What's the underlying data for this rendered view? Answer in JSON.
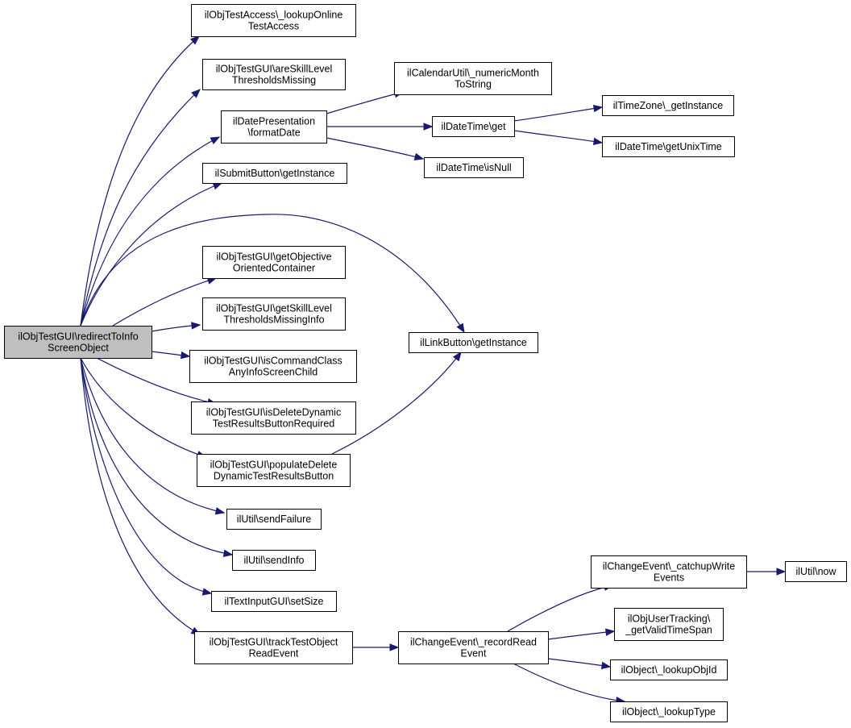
{
  "nodes": [
    {
      "id": "root",
      "lines": [
        "ilObjTestGUI\\redirectToInfo",
        "ScreenObject"
      ],
      "root": true
    },
    {
      "id": "n1",
      "lines": [
        "ilObjTestAccess\\_lookupOnline",
        "TestAccess"
      ]
    },
    {
      "id": "n2",
      "lines": [
        "ilObjTestGUI\\areSkillLevel",
        "ThresholdsMissing"
      ]
    },
    {
      "id": "n3",
      "lines": [
        "ilDatePresentation",
        "\\formatDate"
      ]
    },
    {
      "id": "n4",
      "lines": [
        "ilSubmitButton\\getInstance"
      ]
    },
    {
      "id": "n5",
      "lines": [
        "ilObjTestGUI\\getObjective",
        "OrientedContainer"
      ]
    },
    {
      "id": "n6",
      "lines": [
        "ilObjTestGUI\\getSkillLevel",
        "ThresholdsMissingInfo"
      ]
    },
    {
      "id": "n7",
      "lines": [
        "ilObjTestGUI\\isCommandClass",
        "AnyInfoScreenChild"
      ]
    },
    {
      "id": "n8",
      "lines": [
        "ilObjTestGUI\\isDeleteDynamic",
        "TestResultsButtonRequired"
      ]
    },
    {
      "id": "n9",
      "lines": [
        "ilObjTestGUI\\populateDelete",
        "DynamicTestResultsButton"
      ]
    },
    {
      "id": "n10",
      "lines": [
        "ilUtil\\sendFailure"
      ]
    },
    {
      "id": "n11",
      "lines": [
        "ilUtil\\sendInfo"
      ]
    },
    {
      "id": "n12",
      "lines": [
        "ilTextInputGUI\\setSize"
      ]
    },
    {
      "id": "n13",
      "lines": [
        "ilObjTestGUI\\trackTestObject",
        "ReadEvent"
      ]
    },
    {
      "id": "n14",
      "lines": [
        "ilCalendarUtil\\_numericMonth",
        "ToString"
      ]
    },
    {
      "id": "n15",
      "lines": [
        "ilDateTime\\get"
      ]
    },
    {
      "id": "n16",
      "lines": [
        "ilDateTime\\isNull"
      ]
    },
    {
      "id": "n17",
      "lines": [
        "ilLinkButton\\getInstance"
      ]
    },
    {
      "id": "n18",
      "lines": [
        "ilChangeEvent\\_recordRead",
        "Event"
      ]
    },
    {
      "id": "n19",
      "lines": [
        "ilTimeZone\\_getInstance"
      ]
    },
    {
      "id": "n20",
      "lines": [
        "ilDateTime\\getUnixTime"
      ]
    },
    {
      "id": "n21",
      "lines": [
        "ilChangeEvent\\_catchupWrite",
        "Events"
      ]
    },
    {
      "id": "n22",
      "lines": [
        "ilObjUserTracking\\",
        "_getValidTimeSpan"
      ]
    },
    {
      "id": "n23",
      "lines": [
        "ilObject\\_lookupObjId"
      ]
    },
    {
      "id": "n24",
      "lines": [
        "ilObject\\_lookupType"
      ]
    },
    {
      "id": "n25",
      "lines": [
        "ilUtil\\now"
      ]
    }
  ],
  "edges": [
    {
      "from": "root",
      "to": "n1"
    },
    {
      "from": "root",
      "to": "n2"
    },
    {
      "from": "root",
      "to": "n3"
    },
    {
      "from": "root",
      "to": "n4"
    },
    {
      "from": "root",
      "to": "n5"
    },
    {
      "from": "root",
      "to": "n6"
    },
    {
      "from": "root",
      "to": "n7"
    },
    {
      "from": "root",
      "to": "n8"
    },
    {
      "from": "root",
      "to": "n9"
    },
    {
      "from": "root",
      "to": "n10"
    },
    {
      "from": "root",
      "to": "n11"
    },
    {
      "from": "root",
      "to": "n12"
    },
    {
      "from": "root",
      "to": "n13"
    },
    {
      "from": "root",
      "to": "n17"
    },
    {
      "from": "n3",
      "to": "n14"
    },
    {
      "from": "n3",
      "to": "n15"
    },
    {
      "from": "n3",
      "to": "n16"
    },
    {
      "from": "n15",
      "to": "n19"
    },
    {
      "from": "n15",
      "to": "n20"
    },
    {
      "from": "n9",
      "to": "n17"
    },
    {
      "from": "n13",
      "to": "n18"
    },
    {
      "from": "n18",
      "to": "n21"
    },
    {
      "from": "n18",
      "to": "n22"
    },
    {
      "from": "n18",
      "to": "n23"
    },
    {
      "from": "n18",
      "to": "n24"
    },
    {
      "from": "n21",
      "to": "n25"
    }
  ],
  "colors": {
    "edge": "#191970",
    "root_fill": "#bfbfbf",
    "node_fill": "#ffffff",
    "border": "#000000"
  }
}
